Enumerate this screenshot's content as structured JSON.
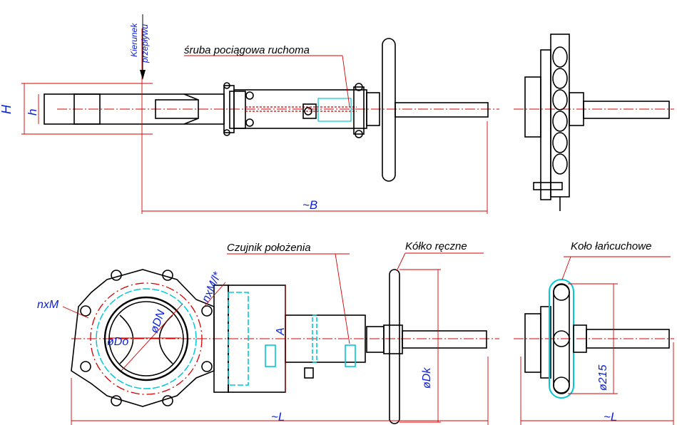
{
  "labels": {
    "flow_direction_line1": "Kierunek",
    "flow_direction_line2": "przepływu",
    "moving_screw": "śruba pociągowa ruchoma",
    "position_sensor": "Czujnik położenia",
    "handwheel": "Kółko ręczne",
    "chain_wheel": "Koło łańcuchowe"
  },
  "dimensions": {
    "H": "H",
    "h": "h",
    "B": "~B",
    "L_front": "~L",
    "L_side": "~L",
    "nxM": "nxM",
    "nxM_through": "nxM/l*",
    "DN": "øDN",
    "Do": "øDo",
    "A": "A",
    "Dk": "øDk",
    "d215": "ø215"
  },
  "colors": {
    "outline": "#000000",
    "dimension": "#d40000",
    "construction": "#00c8d8",
    "text": "#0a1fd8",
    "centerline": "#d40000"
  }
}
